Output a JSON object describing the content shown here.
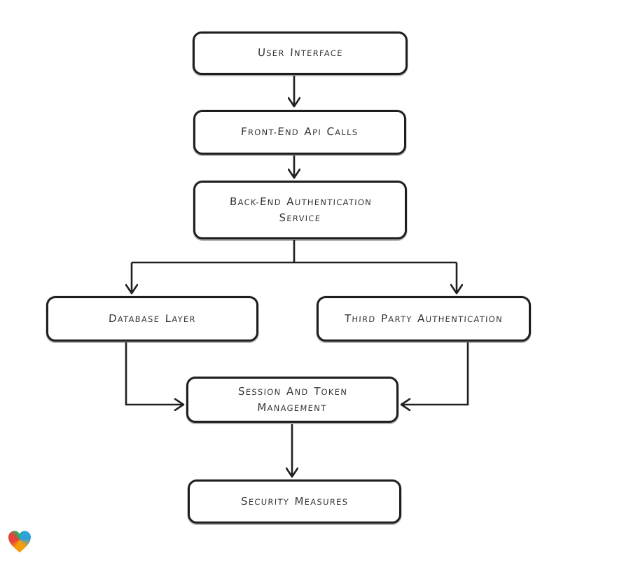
{
  "diagram": {
    "nodes": [
      {
        "id": "user-interface",
        "label": "USER INTERFACE"
      },
      {
        "id": "front-end-api-calls",
        "label": "FRONT-END API CALLS"
      },
      {
        "id": "back-end-authentication-service",
        "label": "BACK-END AUTHENTICATION SERVICE"
      },
      {
        "id": "database-layer",
        "label": "DATABASE LAYER"
      },
      {
        "id": "third-party-authentication",
        "label": "THIRD PARTY AUTHENTICATION"
      },
      {
        "id": "session-and-token-management",
        "label": "SESSION AND TOKEN MANAGEMENT"
      },
      {
        "id": "security-measures",
        "label": "SECURITY MEASURES"
      }
    ],
    "edges": [
      {
        "from": "user-interface",
        "to": "front-end-api-calls"
      },
      {
        "from": "front-end-api-calls",
        "to": "back-end-authentication-service"
      },
      {
        "from": "back-end-authentication-service",
        "to": "database-layer"
      },
      {
        "from": "back-end-authentication-service",
        "to": "third-party-authentication"
      },
      {
        "from": "database-layer",
        "to": "session-and-token-management"
      },
      {
        "from": "third-party-authentication",
        "to": "session-and-token-management"
      },
      {
        "from": "session-and-token-management",
        "to": "security-measures"
      }
    ],
    "colors": {
      "canvas_background": "#ffffff",
      "node_fill": "#ffffff",
      "node_border": "#1e1e1e",
      "node_text": "#343434",
      "connector": "#202020"
    },
    "watermark": {
      "icon": "heart-gradient-icon",
      "colors": {
        "red": "#e5443a",
        "green": "#35a852",
        "blue": "#2f9ddd",
        "orange": "#f59b0a"
      }
    }
  }
}
